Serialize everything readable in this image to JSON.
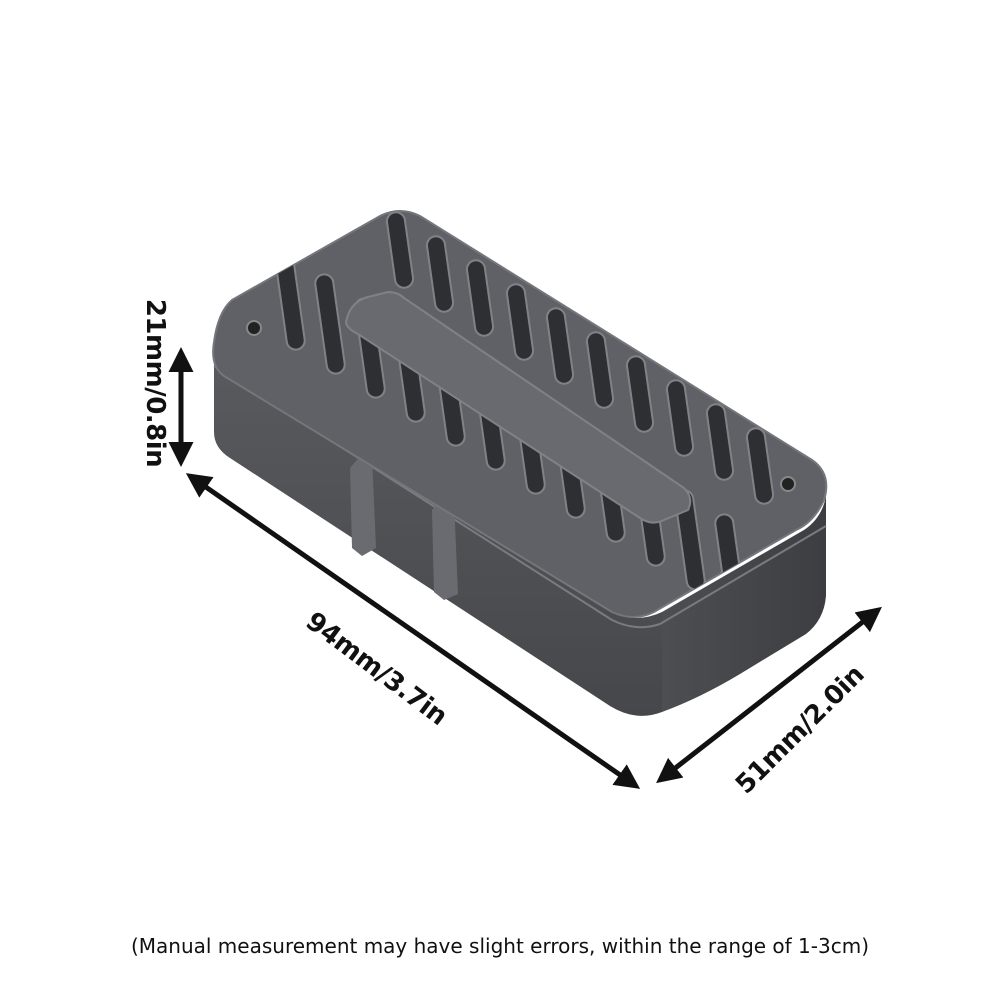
{
  "product": {
    "name": "gray ventilated rectangular box",
    "color": "#5b5c60"
  },
  "dimensions": {
    "height": "21mm/0.8in",
    "length": "94mm/3.7in",
    "width": "51mm/2.0in"
  },
  "note": "(Manual measurement may have slight errors, within the range of 1-3cm)",
  "colors": {
    "arrow": "#111111",
    "text": "#111111",
    "background": "#ffffff"
  }
}
